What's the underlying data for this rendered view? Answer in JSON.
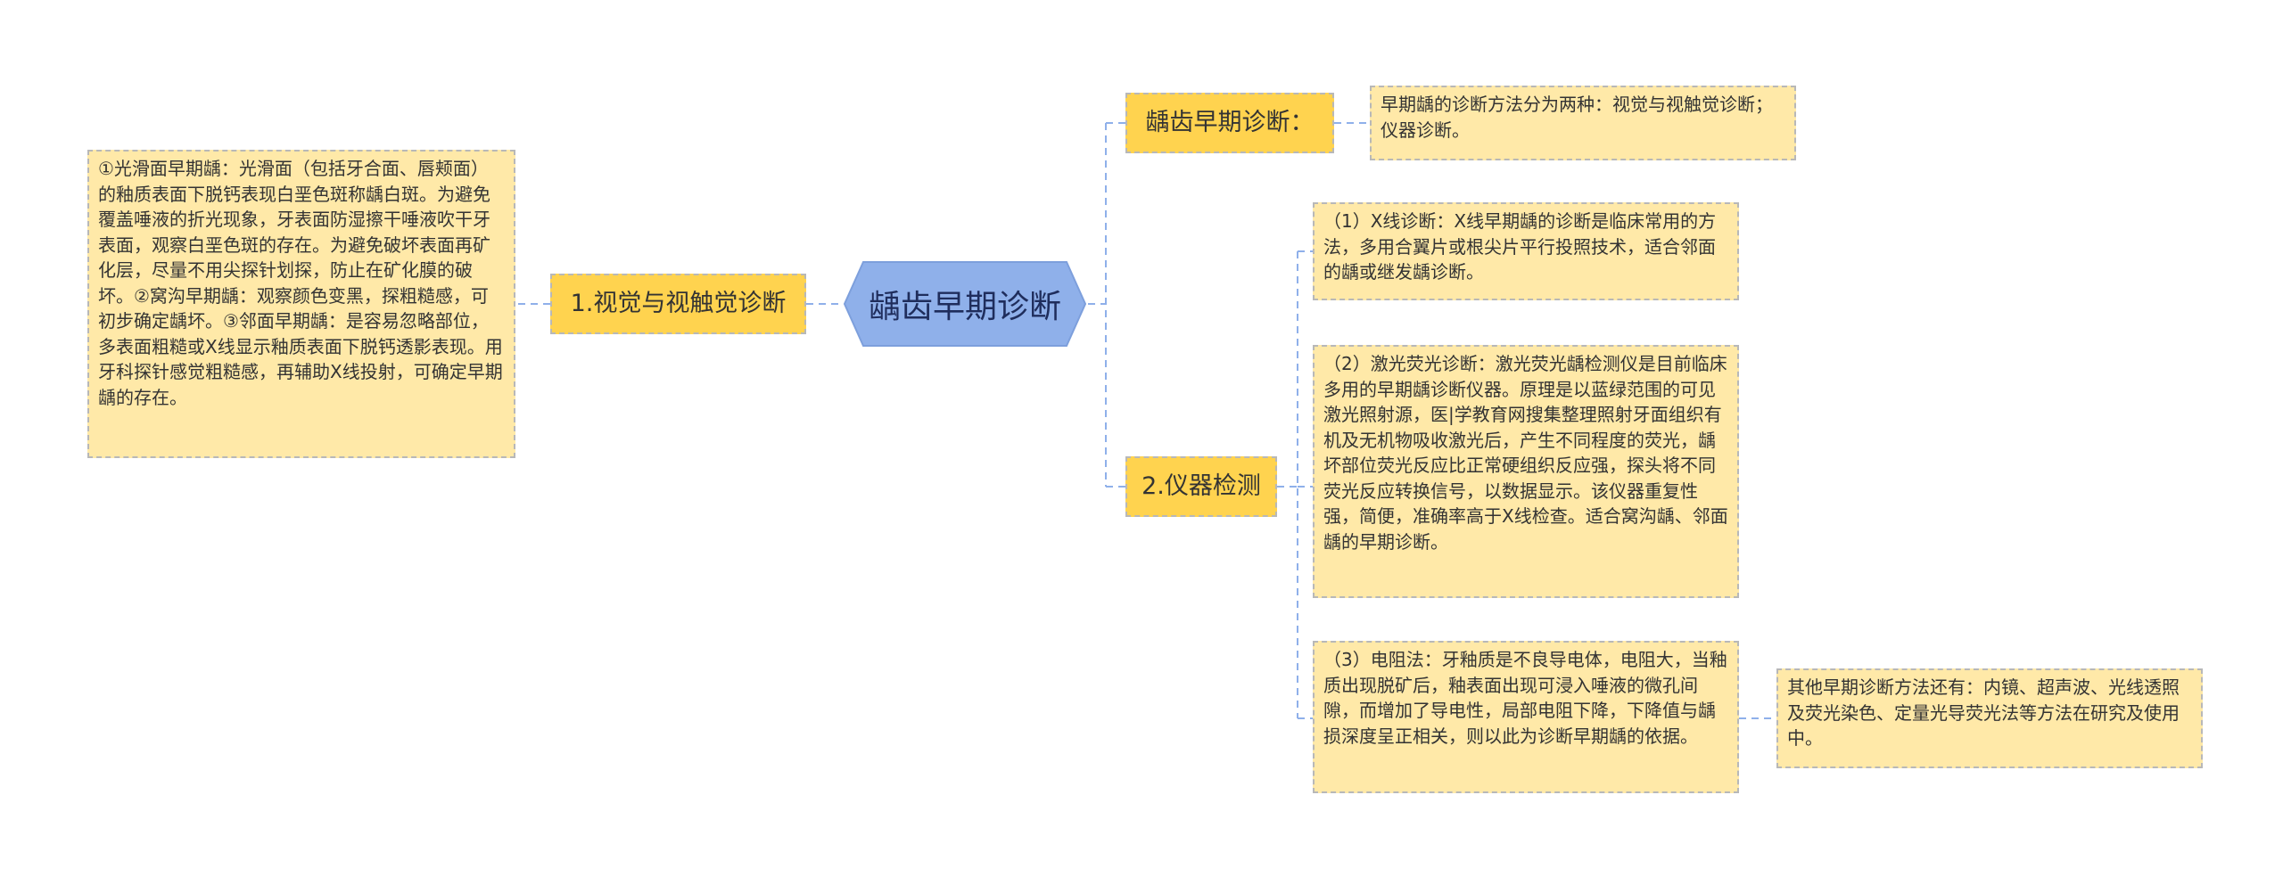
{
  "root": {
    "label": "龋齿早期诊断"
  },
  "branches": {
    "topic_top": {
      "label": "龋齿早期诊断："
    },
    "visual": {
      "label": "1.视觉与视触觉诊断"
    },
    "instrument": {
      "label": "2.仪器检测"
    }
  },
  "notes": {
    "top": "早期龋的诊断方法分为两种：视觉与视触觉诊断；仪器诊断。",
    "visual": "①光滑面早期龋：光滑面（包括牙合面、唇颊面）的釉质表面下脱钙表现白垩色斑称龋白斑。为避免覆盖唾液的折光现象，牙表面防湿擦干唾液吹干牙表面，观察白垩色斑的存在。为避免破坏表面再矿化层，尽量不用尖探针划探，防止在矿化膜的破坏。②窝沟早期龋：观察颜色变黑，探粗糙感，可初步确定龋坏。③邻面早期龋：是容易忽略部位，多表面粗糙或X线显示釉质表面下脱钙透影表现。用牙科探针感觉粗糙感，再辅助X线投射，可确定早期龋的存在。",
    "xray": "（1）X线诊断：X线早期龋的诊断是临床常用的方法，多用合翼片或根尖片平行投照技术，适合邻面的龋或继发龋诊断。",
    "laser": "（2）激光荧光诊断：激光荧光龋检测仪是目前临床多用的早期龋诊断仪器。原理是以蓝绿范围的可见激光照射源，医|学教育网搜集整理照射牙面组织有机及无机物吸收激光后，产生不同程度的荧光，龋坏部位荧光反应比正常硬组织反应强，探头将不同荧光反应转换信号，以数据显示。该仪器重复性强，简便，准确率高于X线检查。适合窝沟龋、邻面龋的早期诊断。",
    "resistance": "（3）电阻法：牙釉质是不良导电体，电阻大，当釉质出现脱矿后，釉表面出现可浸入唾液的微孔间隙，而增加了导电性，局部电阻下降，下降值与龋损深度呈正相关，则以此为诊断早期龋的依据。",
    "other": "其他早期诊断方法还有：内镜、超声波、光线透照及荧光染色、定量光导荧光法等方法在研究及使用中。"
  },
  "colors": {
    "root_fill": "#8fb0ea",
    "branch_fill": "#ffd34f",
    "note_fill": "#ffe9a8",
    "connector": "#8fb0ea",
    "border": "#b8b8b8"
  }
}
